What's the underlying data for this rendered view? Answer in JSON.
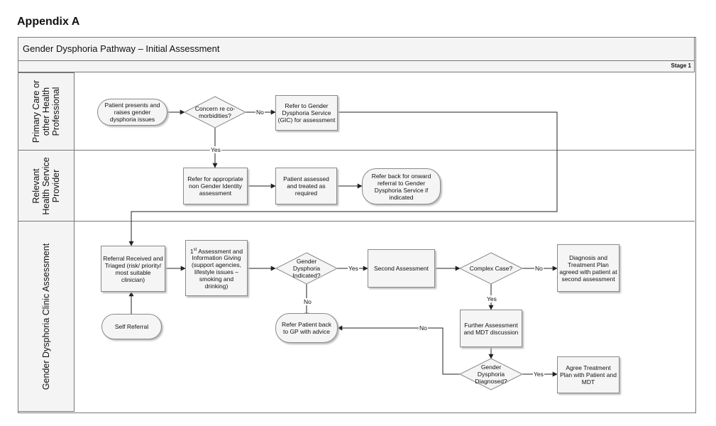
{
  "page": {
    "heading": "Appendix A",
    "title": "Gender Dysphoria Pathway – Initial Assessment",
    "stage": "Stage 1"
  },
  "lanes": [
    {
      "label": "Primary Care or\nother Health\nProfessional"
    },
    {
      "label": "Relevant\nHealth Service\nProvider"
    },
    {
      "label": "Gender Dysphoria Clinic Assessment"
    }
  ],
  "nodes": {
    "patient_presents": "Patient presents and raises gender dysphoria issues",
    "concern_comorbidities": "Concern re co-morbidities?",
    "refer_gic": "Refer to Gender Dysphoria Service (GIC) for assessment",
    "refer_non_gi": "Refer for appropriate non Gender Identity assessment",
    "patient_assessed": "Patient assessed and treated as required",
    "refer_back_onward": "Refer back for onward referral to Gender Dysphoria Service if indicated",
    "referral_received": "Referral Received and Triaged (risk/ priority/ most suitable clinician)",
    "first_assessment_sup": "st",
    "first_assessment_rest": " Assessment and Information Giving (support agencies, lifestyle issues – smoking and drinking)",
    "gd_indicated": "Gender Dysphoria Indicated?",
    "second_assessment": "Second Assessment",
    "complex_case": "Complex Case?",
    "diagnosis_plan": "Diagnosis and Treatment Plan agreed with patient at second assessment",
    "self_referral": "Self Referral",
    "refer_gp": "Refer Patient back to GP with advice",
    "further_assessment": "Further Assessment and MDT discussion",
    "gd_diagnosed": "Gender Dysphoria Diagnosed?",
    "agree_treatment": "Agree Treatment Plan with Patient and MDT"
  },
  "edge_labels": {
    "no": "No",
    "yes": "Yes"
  },
  "colors": {
    "box_fill": "#f5f5f5",
    "line": "#222222",
    "lane_header": "#f4f4f4"
  }
}
